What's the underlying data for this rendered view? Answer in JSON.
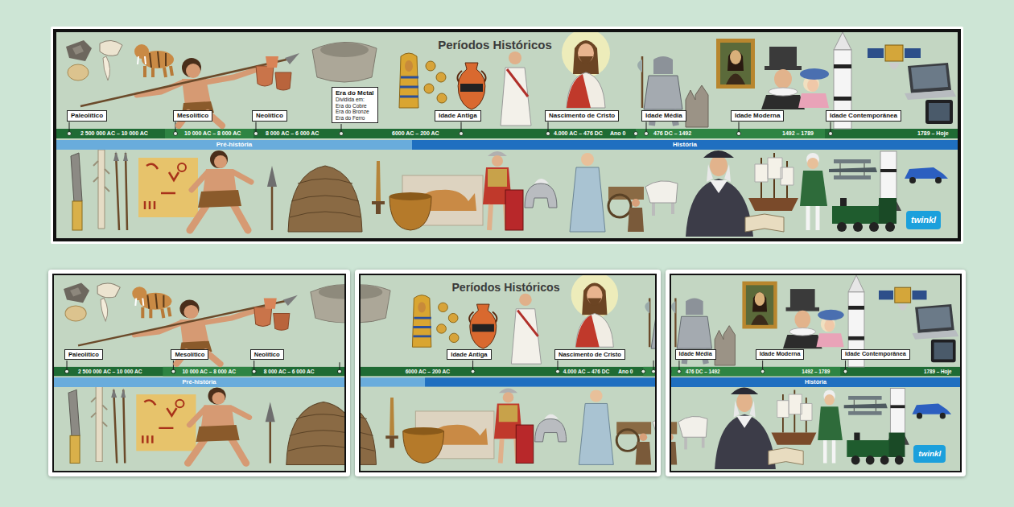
{
  "diagram": {
    "title": "Períodos Históricos",
    "nodes": [
      {
        "text": [
          "Paleolítico"
        ]
      },
      {
        "text": [
          "Mesolítico"
        ]
      },
      {
        "text": [
          "Neolítico"
        ]
      },
      {
        "text": [
          "Era do Metal",
          "Dividida em:",
          "Era do Cobre",
          "Era do Bronze",
          "Era do Ferro"
        ]
      },
      {
        "text": [
          "Idade Antiga"
        ]
      },
      {
        "text": [
          "Nascimento de Cristo"
        ]
      },
      {
        "text": [
          "Idade Média"
        ]
      },
      {
        "text": [
          "Idade Moderna"
        ]
      },
      {
        "text": [
          "Idade Contemporânea"
        ]
      },
      {
        "text": [
          "Pré-história"
        ]
      },
      {
        "text": [
          "História"
        ]
      },
      {
        "text": [
          "twinkl"
        ]
      },
      {
        "text": [
          "Paleolítico"
        ]
      },
      {
        "text": [
          "Mesolítico"
        ]
      },
      {
        "text": [
          "Neolítico"
        ]
      },
      {
        "text": [
          "Pré-história"
        ]
      },
      {
        "text": [
          "Idade Antiga"
        ]
      },
      {
        "text": [
          "Nascimento de Cristo"
        ]
      },
      {
        "text": [
          "Idade Média"
        ]
      },
      {
        "text": [
          "Idade Moderna"
        ]
      },
      {
        "text": [
          "Idade Contemporânea"
        ]
      },
      {
        "text": [
          "História"
        ]
      },
      {
        "text": [
          "twinkl"
        ]
      }
    ],
    "labels": [
      "2 500 000 AC – 10 000 AC",
      "10 000 AC – 8 000 AC",
      "8 000 AC – 6 000 AC",
      "6000 AC – 200 AC",
      "4.000 AC – 476 DC",
      "Ano 0",
      "476 DC – 1492",
      "1492 – 1789",
      "1789 – Hoje",
      "2 500 000 AC – 10 000 AC",
      "10 000 AC – 8 000 AC",
      "8 000 AC – 6 000 AC",
      "Períodos Históricos",
      "6000 AC – 200 AC",
      "4.000 AC – 476 DC",
      "Ano 0",
      "476 DC – 1492",
      "1492 – 1789",
      "1789 – Hoje"
    ]
  }
}
